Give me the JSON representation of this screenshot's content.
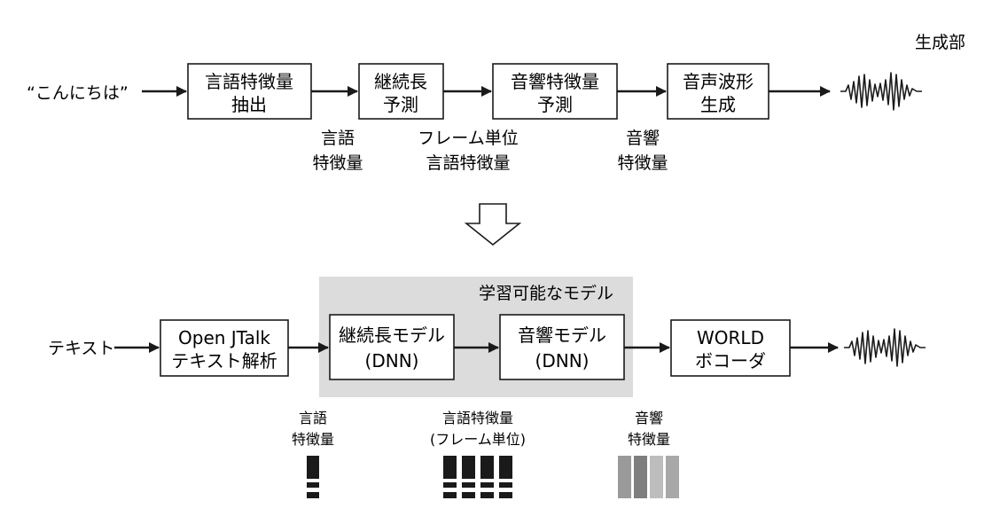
{
  "top_section": {
    "label": "生成部",
    "input_text": "“こんにちは”",
    "boxes": [
      {
        "line1": "言語特徴量",
        "line2": "抽出"
      },
      {
        "line1": "継続長",
        "line2": "予測"
      },
      {
        "line1": "音響特徴量",
        "line2": "予測"
      },
      {
        "line1": "音声波形",
        "line2": "生成"
      }
    ],
    "intermediate_labels": [
      {
        "line1": "言語",
        "line2": "特徴量"
      },
      {
        "line1": "フレーム単位",
        "line2": "言語特徴量"
      },
      {
        "line1": "音響",
        "line2": "特徴量"
      }
    ],
    "output_icon": "waveform-icon"
  },
  "transition_icon": "down-arrow-icon",
  "bottom_section": {
    "input_text": "テキスト",
    "trainable_region_label": "学習可能なモデル",
    "boxes": [
      {
        "line1": "Open JTalk",
        "line2": "テキスト解析"
      },
      {
        "line1": "継続長モデル",
        "line2": "(DNN)"
      },
      {
        "line1": "音響モデル",
        "line2": "(DNN)"
      },
      {
        "line1": "WORLD",
        "line2": "ボコーダ"
      }
    ],
    "feature_labels": [
      {
        "line1": "言語",
        "line2": "特徴量"
      },
      {
        "line1": "言語特徴量",
        "line2": "(フレーム単位)"
      },
      {
        "line1": "音響",
        "line2": "特徴量"
      }
    ],
    "output_icon": "waveform-icon",
    "colors": {
      "trainable_bg": "#dcdcdc",
      "feature_dark": "#1a1a1a",
      "acoustic_bars": [
        "#9a9a9a",
        "#7e7e7e",
        "#bdbdbd",
        "#a8a8a8"
      ]
    }
  }
}
